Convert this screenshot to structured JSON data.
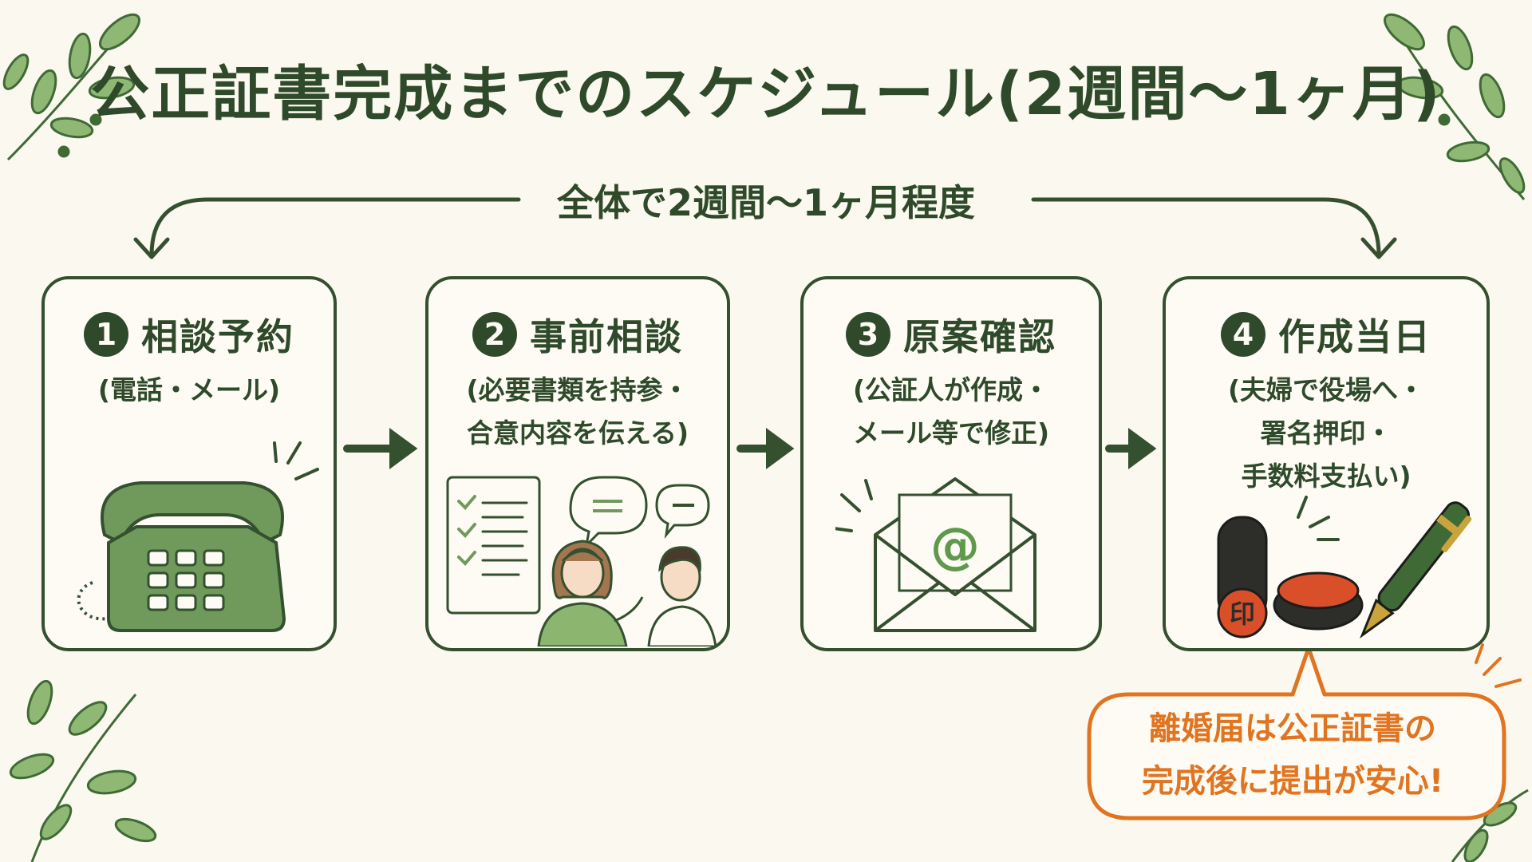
{
  "title": "公正証書完成までのスケジュール(2週間〜1ヶ月)",
  "duration_label": "全体で2週間〜1ヶ月程度",
  "steps": [
    {
      "number": "1",
      "title": "相談予約",
      "desc_lines": [
        "(電話・メール)"
      ],
      "icon": "telephone-icon"
    },
    {
      "number": "2",
      "title": "事前相談",
      "desc_lines": [
        "(必要書類を持参・",
        "合意内容を伝える)"
      ],
      "icon": "consultation-icon"
    },
    {
      "number": "3",
      "title": "原案確認",
      "desc_lines": [
        "(公証人が作成・",
        "メール等で修正)"
      ],
      "icon": "email-envelope-icon"
    },
    {
      "number": "4",
      "title": "作成当日",
      "desc_lines": [
        "(夫婦で役場へ・",
        "署名押印・",
        "手数料支払い)"
      ],
      "icon": "seal-and-pen-icon"
    }
  ],
  "seal_char": "印",
  "note": {
    "lines": [
      "離婚届は公正証書の",
      "完成後に提出が安心!"
    ]
  },
  "colors": {
    "background": "#fbf8ef",
    "dark_green": "#2f4a2b",
    "leaf_green": "#7aa862",
    "accent_orange": "#e07420",
    "seal_red": "#d94f2a"
  }
}
